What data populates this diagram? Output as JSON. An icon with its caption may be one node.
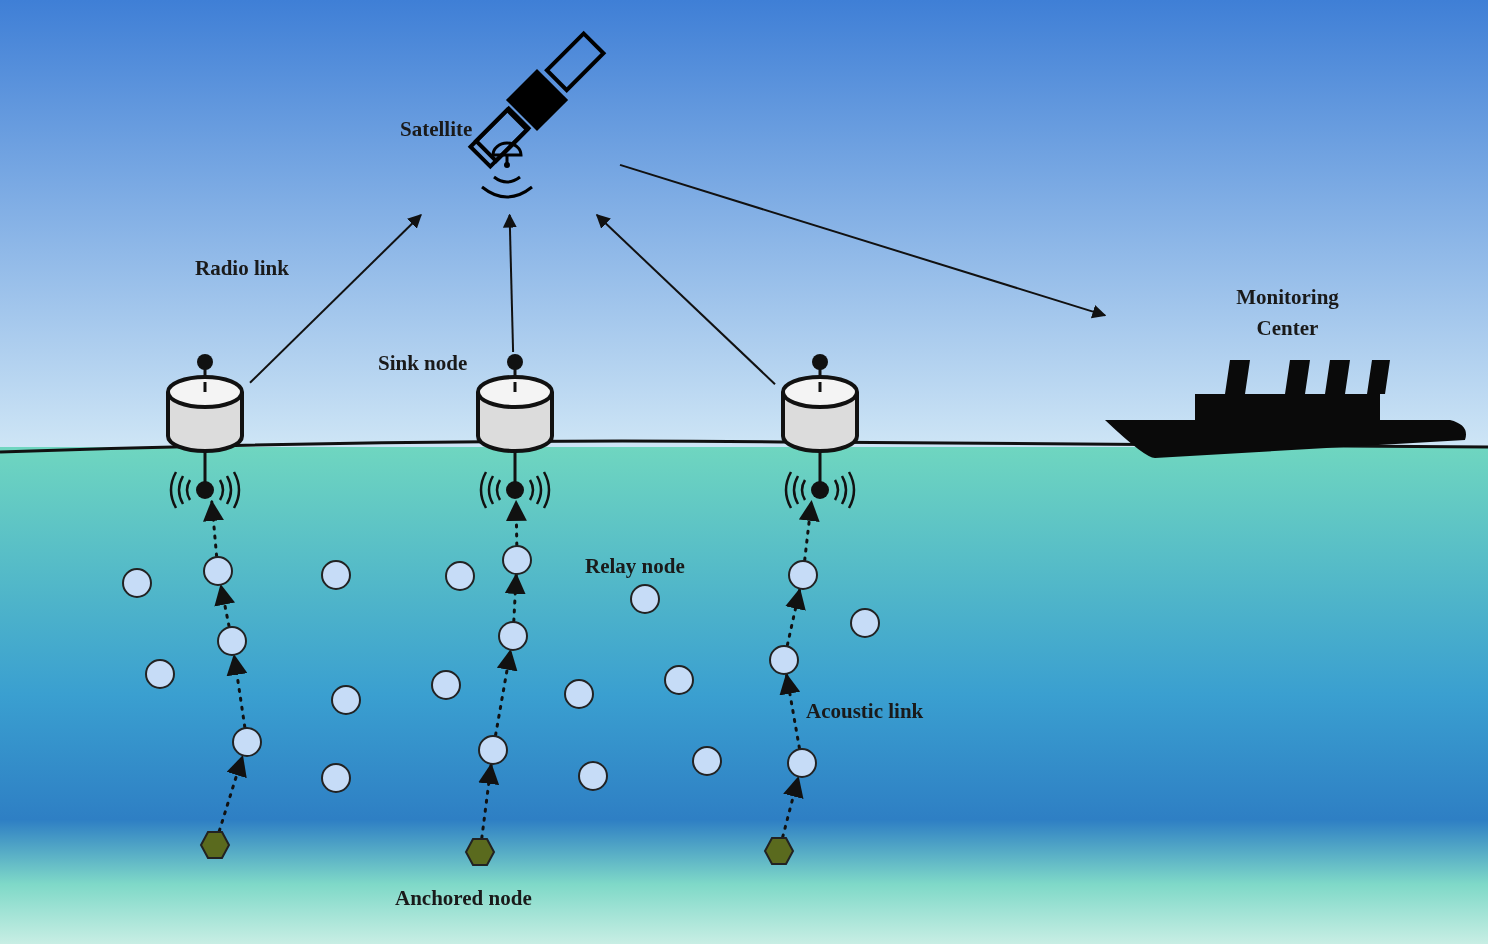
{
  "diagram": {
    "nodes": [
      {
        "text": [
          "Satellite"
        ]
      },
      {
        "text": [
          "Monitoring Center"
        ]
      },
      {
        "text": [],
        "shape": "cylinder"
      },
      {
        "text": [],
        "shape": "cylinder"
      },
      {
        "text": [],
        "shape": "cylinder"
      },
      {
        "text": [],
        "shape": "circle"
      },
      {
        "text": [],
        "shape": "circle"
      },
      {
        "text": [],
        "shape": "circle"
      },
      {
        "text": [],
        "shape": "circle"
      },
      {
        "text": [],
        "shape": "circle"
      },
      {
        "text": [],
        "shape": "circle"
      },
      {
        "text": [],
        "shape": "circle"
      },
      {
        "text": [],
        "shape": "circle"
      },
      {
        "text": [],
        "shape": "circle"
      },
      {
        "text": [],
        "shape": "circle"
      },
      {
        "text": [],
        "shape": "circle"
      },
      {
        "text": [],
        "shape": "circle"
      },
      {
        "text": [],
        "shape": "circle"
      },
      {
        "text": [],
        "shape": "circle"
      },
      {
        "text": [],
        "shape": "circle"
      },
      {
        "text": [],
        "shape": "circle"
      },
      {
        "text": [],
        "shape": "circle"
      },
      {
        "text": [],
        "shape": "circle"
      },
      {
        "text": [],
        "shape": "circle"
      },
      {
        "text": [],
        "shape": "circle"
      },
      {
        "text": [],
        "shape": "circle"
      },
      {
        "text": [],
        "shape": "circle"
      },
      {
        "text": [],
        "shape": "hexagon"
      },
      {
        "text": [],
        "shape": "hexagon"
      },
      {
        "text": [],
        "shape": "hexagon"
      }
    ],
    "edges": [
      {
        "from": 2,
        "to": 0,
        "arrow": "to",
        "label": "Radio link"
      },
      {
        "from": 3,
        "to": 0,
        "arrow": "to"
      },
      {
        "from": 4,
        "to": 0,
        "arrow": "to"
      },
      {
        "from": 0,
        "to": 1,
        "arrow": "to"
      },
      {
        "from": 27,
        "to": 21,
        "arrow": "to",
        "style": "dashed"
      },
      {
        "from": 21,
        "to": 14,
        "arrow": "to",
        "style": "dashed"
      },
      {
        "from": 14,
        "to": 6,
        "arrow": "to",
        "style": "dashed"
      },
      {
        "from": 6,
        "to": 2,
        "arrow": "to",
        "style": "dashed"
      },
      {
        "from": 28,
        "to": 22,
        "arrow": "to",
        "style": "dashed"
      },
      {
        "from": 22,
        "to": 13,
        "arrow": "to",
        "style": "dashed"
      },
      {
        "from": 13,
        "to": 5,
        "arrow": "to",
        "style": "dashed"
      },
      {
        "from": 5,
        "to": 3,
        "arrow": "to",
        "style": "dashed"
      },
      {
        "from": 29,
        "to": 24,
        "arrow": "to",
        "style": "dashed"
      },
      {
        "from": 24,
        "to": 15,
        "arrow": "to",
        "style": "dashed",
        "label": "Acoustic link"
      },
      {
        "from": 15,
        "to": 8,
        "arrow": "to",
        "style": "dashed"
      },
      {
        "from": 8,
        "to": 4,
        "arrow": "to",
        "style": "dashed"
      }
    ],
    "labels": [
      "Sink node",
      "Relay node",
      "Anchored node"
    ]
  }
}
